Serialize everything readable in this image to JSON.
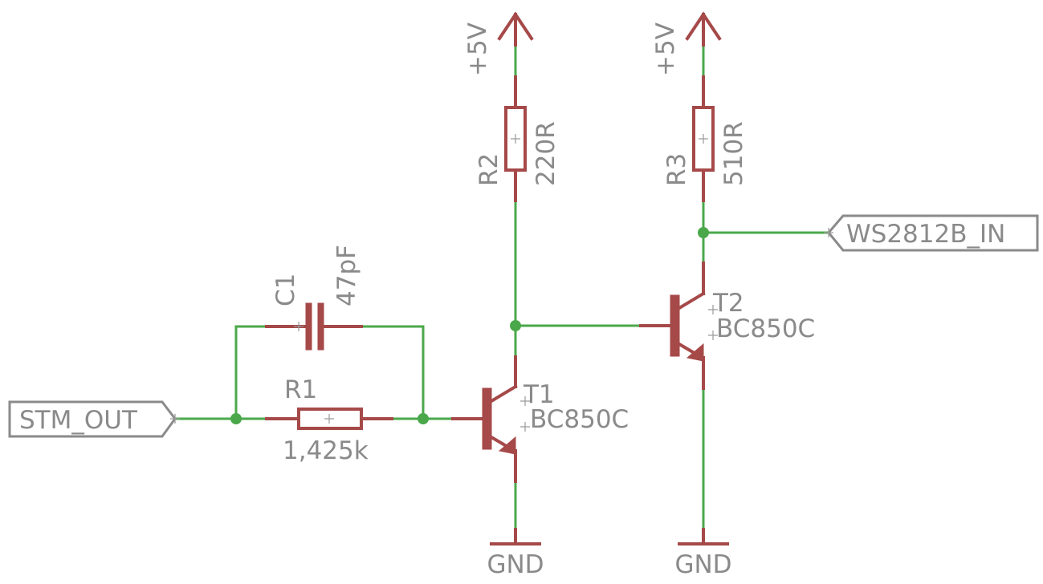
{
  "labels": {
    "supply1": "+5V",
    "supply2": "+5V",
    "gnd1": "GND",
    "gnd2": "GND",
    "r1_name": "R1",
    "r1_value": "1,425k",
    "r2_name": "R2",
    "r2_value": "220R",
    "r3_name": "R3",
    "r3_value": "510R",
    "c1_name": "C1",
    "c1_value": "47pF",
    "t1_name": "T1",
    "t1_value": "BC850C",
    "t2_name": "T2",
    "t2_value": "BC850C",
    "port_in": "STM_OUT",
    "port_out": "WS2812B_IN"
  },
  "colors": {
    "wire": "#4aa84a",
    "symbol": "#a64949",
    "text": "#8a8a8a"
  }
}
